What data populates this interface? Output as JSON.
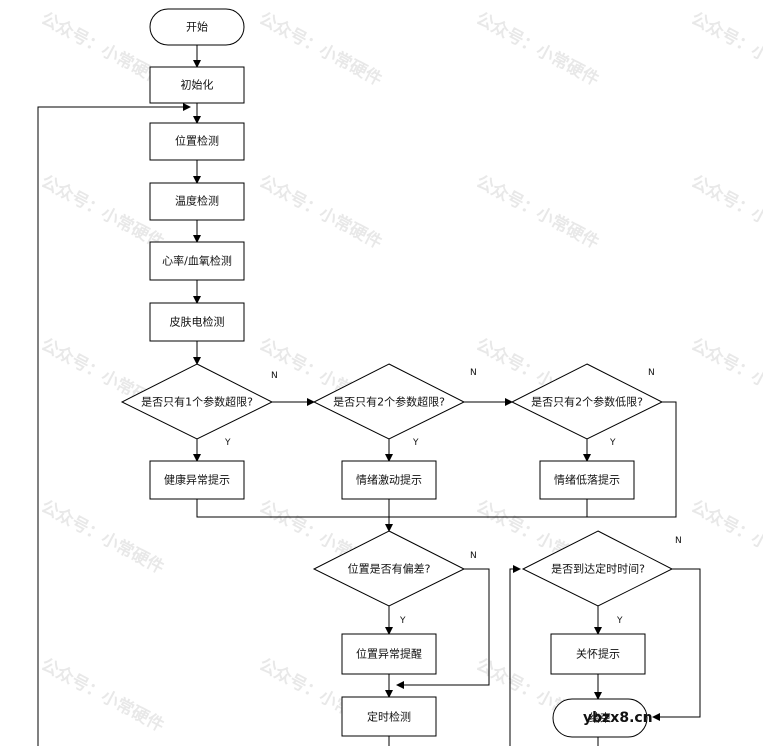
{
  "flowchart": {
    "nodes": {
      "start": "开始",
      "init": "初始化",
      "pos_detect": "位置检测",
      "temp_detect": "温度检测",
      "hr_detect": "心率/血氧检测",
      "skin_detect": "皮肤电检测",
      "d1": "是否只有1个参数超限?",
      "d2": "是否只有2个参数超限?",
      "d3": "是否只有2个参数低限?",
      "health_alert": "健康异常提示",
      "excite_alert": "情绪激动提示",
      "low_alert": "情绪低落提示",
      "d_pos": "位置是否有偏差?",
      "d_time": "是否到达定时时间?",
      "pos_alert": "位置异常提醒",
      "care_alert": "关怀提示",
      "timer_detect": "定时检测",
      "end_partial": "结束"
    },
    "labels": {
      "yes": "Y",
      "no": "N"
    },
    "watermark": "公众号：小常硬件",
    "site_mark": "ybzx8.cn"
  }
}
